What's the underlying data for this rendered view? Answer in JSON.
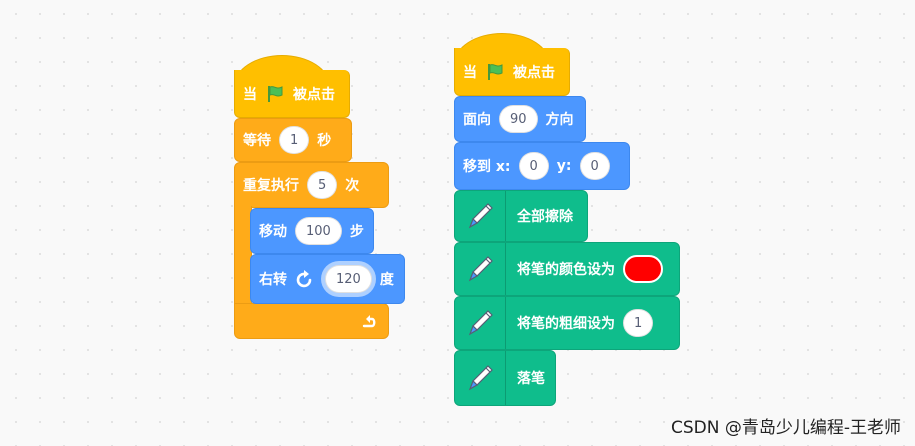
{
  "left_script": {
    "when_flag": {
      "when": "当",
      "clicked": "被点击"
    },
    "wait": {
      "label": "等待",
      "value": "1",
      "unit": "秒"
    },
    "repeat": {
      "label": "重复执行",
      "value": "5",
      "unit": "次"
    },
    "move": {
      "label": "移动",
      "value": "100",
      "unit": "步"
    },
    "turn_right": {
      "label": "右转",
      "value": "120",
      "unit": "度"
    }
  },
  "right_script": {
    "when_flag": {
      "when": "当",
      "clicked": "被点击"
    },
    "point_direction": {
      "label": "面向",
      "value": "90",
      "unit": "方向"
    },
    "goto_xy": {
      "label": "移到 x:",
      "x": "0",
      "y_label": "y:",
      "y": "0"
    },
    "erase_all": {
      "label": "全部擦除"
    },
    "set_pen_color": {
      "label": "将笔的颜色设为",
      "color": "#ff0000"
    },
    "set_pen_size": {
      "label": "将笔的粗细设为",
      "value": "1"
    },
    "pen_down": {
      "label": "落笔"
    }
  },
  "colors": {
    "events": "#ffbf00",
    "control": "#ffab19",
    "motion": "#4c97ff",
    "pen": "#0fbd8c",
    "flag": "#4cbf56"
  },
  "icons": {
    "flag": "green-flag-icon",
    "turn": "rotate-right-icon",
    "loop": "loop-arrow-icon",
    "pen": "pen-icon"
  },
  "watermark": "CSDN @青岛少儿编程-王老师"
}
